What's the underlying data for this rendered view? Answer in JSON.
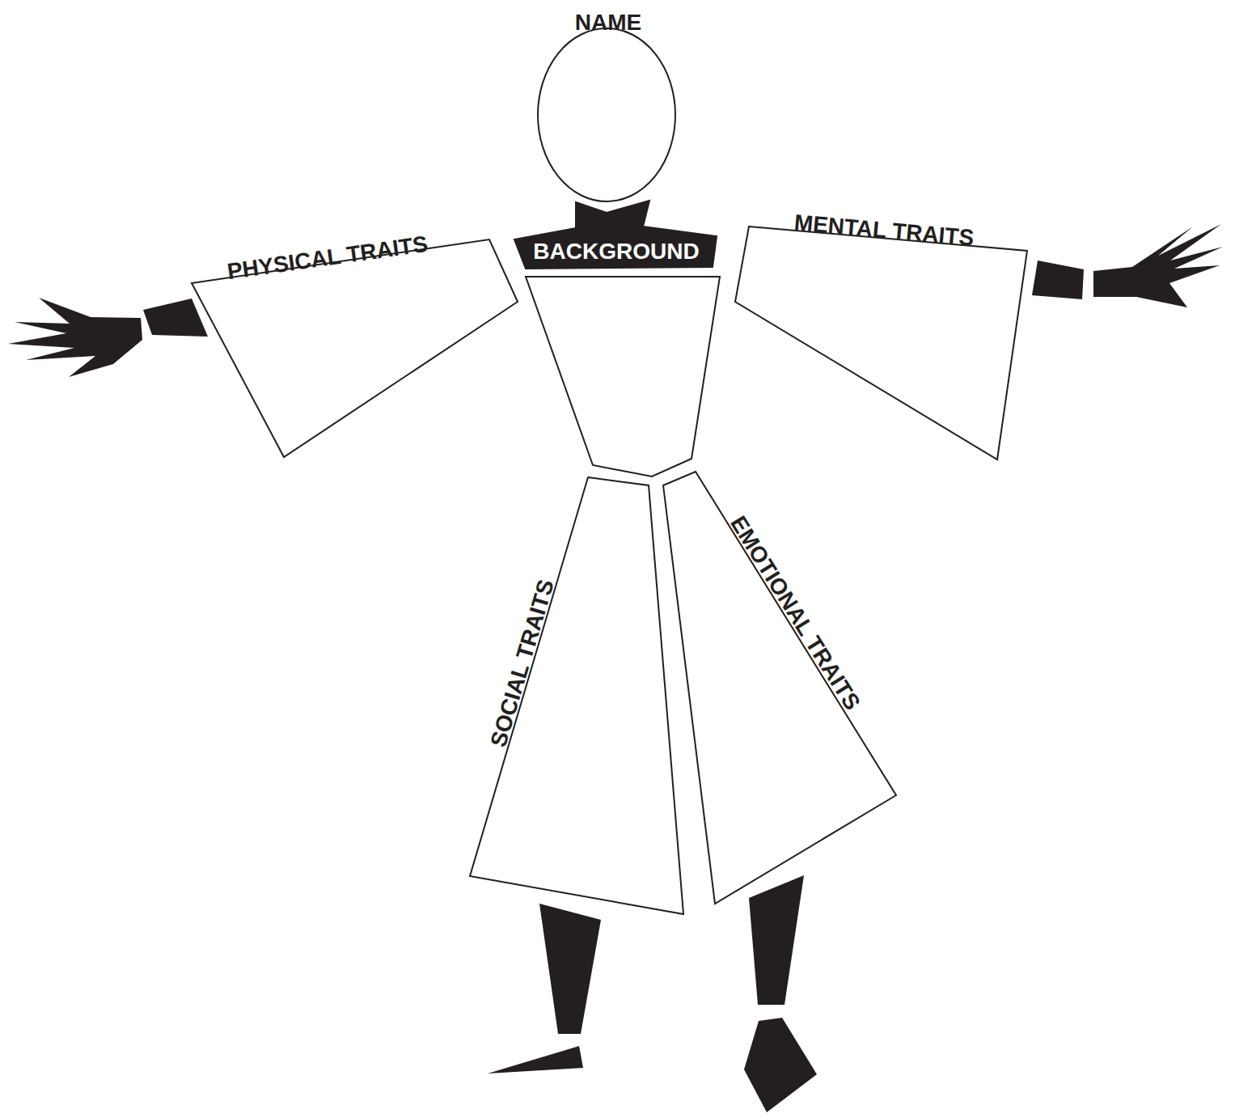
{
  "diagram": {
    "nodes": [
      {
        "text": [
          "NAME"
        ]
      },
      {
        "text": [
          "PHYSICAL TRAITS"
        ]
      },
      {
        "text": [
          "BACKGROUND"
        ]
      },
      {
        "text": [
          "MENTAL TRAITS"
        ]
      },
      {
        "text": [
          "SOCIAL TRAITS"
        ]
      },
      {
        "text": [
          "EMOTIONAL TRAITS"
        ]
      }
    ]
  }
}
